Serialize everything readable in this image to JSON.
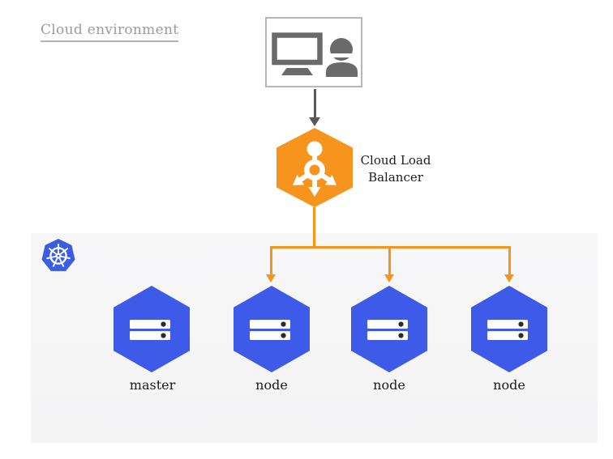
{
  "header": {
    "title": "Cloud environment"
  },
  "client": {
    "icon": "workstation-with-user"
  },
  "load_balancer": {
    "label": "Cloud Load Balancer",
    "icon": "load-balancer-hexagon"
  },
  "cluster": {
    "logo": "kubernetes-helm",
    "nodes": [
      {
        "label": "master",
        "icon": "server-stack"
      },
      {
        "label": "node",
        "icon": "server-stack"
      },
      {
        "label": "node",
        "icon": "server-stack"
      },
      {
        "label": "node",
        "icon": "server-stack"
      }
    ]
  },
  "colors": {
    "orange": "#F7941E",
    "node_blue": "#3D5AE8",
    "k8s_blue": "#3A5DE3",
    "panel_bg": "#F5F5F6",
    "icon_gray": "#6A6A6A",
    "arrow_gray": "#58595B",
    "title_gray": "#9C9C9C",
    "label_dark": "#1C1C1C",
    "box_border": "#B7B7B7"
  }
}
